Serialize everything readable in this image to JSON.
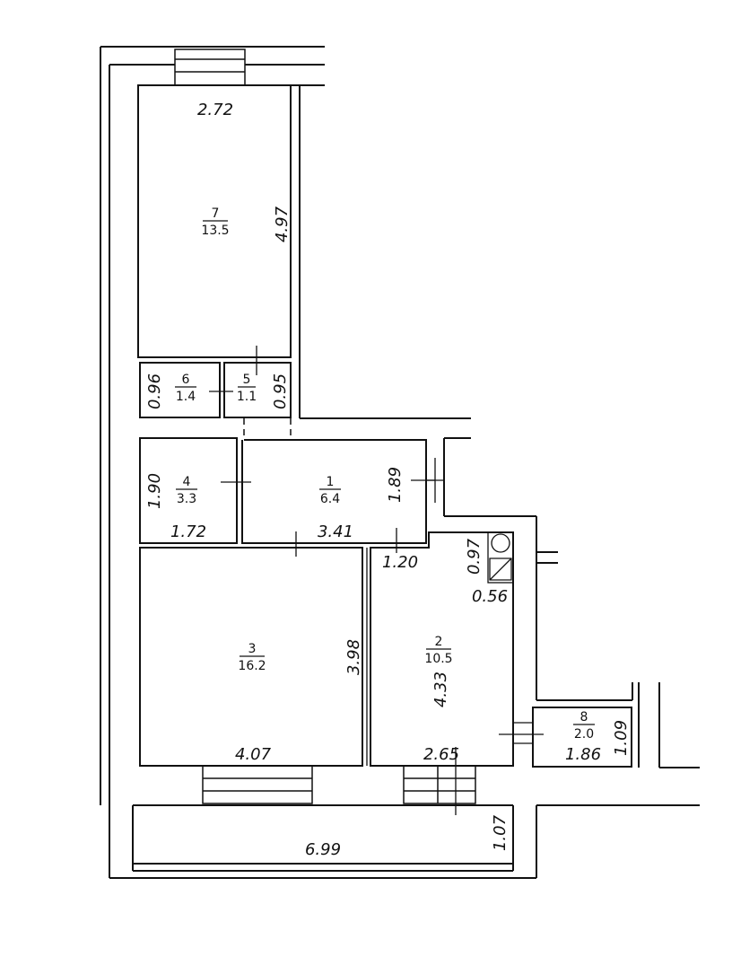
{
  "rooms": [
    {
      "number": "1",
      "area": "6.4"
    },
    {
      "number": "2",
      "area": "10.5"
    },
    {
      "number": "3",
      "area": "16.2"
    },
    {
      "number": "4",
      "area": "3.3"
    },
    {
      "number": "5",
      "area": "1.1"
    },
    {
      "number": "6",
      "area": "1.4"
    },
    {
      "number": "7",
      "area": "13.5"
    },
    {
      "number": "8",
      "area": "2.0"
    }
  ],
  "dimensions": {
    "r7_width": "2.72",
    "r7_length": "4.97",
    "r6_width": "0.96",
    "r5_width": "0.95",
    "r4_length": "1.90",
    "r4_width": "1.72",
    "r1_width": "3.41",
    "r1_length": "1.89",
    "corridor_width": "1.20",
    "niche_length": "0.97",
    "niche_width": "0.56",
    "r3_length": "3.98",
    "r3_width": "4.07",
    "r2_length": "4.33",
    "r2_width": "2.65",
    "r8_width": "1.86",
    "r8_length": "1.09",
    "balcony_length": "6.99",
    "balcony_width": "1.07"
  }
}
